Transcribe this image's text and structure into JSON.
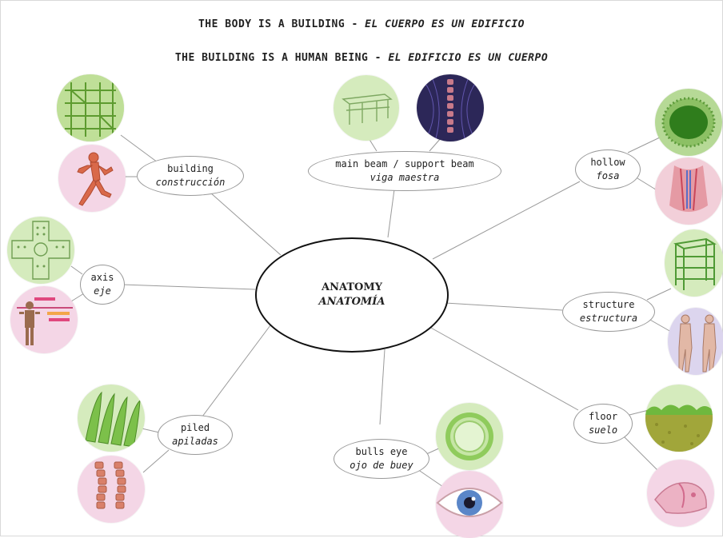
{
  "title_line_1": {
    "en": "THE BODY IS A BUILDING",
    "sep": " - ",
    "es": "EL CUERPO ES UN EDIFICIO"
  },
  "title_line_2": {
    "en": "THE BUILDING IS A HUMAN BEING",
    "sep": " - ",
    "es": "EL EDIFICIO ES UN CUERPO"
  },
  "center": {
    "en": "ANATOMY",
    "es": "ANATOMÍA"
  },
  "concepts": {
    "building": {
      "en": "building",
      "es": "construcción",
      "images": [
        "building-frame-photo",
        "running-figure-muscle-anatomy"
      ]
    },
    "main_beam": {
      "en": "main beam / support beam",
      "es": "viga maestra",
      "images": [
        "beam-structure-drawing",
        "spine-x-ray"
      ]
    },
    "hollow": {
      "en": "hollow",
      "es": "fosa",
      "images": [
        "hollow-pit-photo",
        "neck-anatomy"
      ]
    },
    "axis": {
      "en": "axis",
      "es": "eje",
      "images": [
        "cross-floor-plan",
        "body-axis-diagram"
      ]
    },
    "structure": {
      "en": "structure",
      "es": "estructura",
      "images": [
        "building-frame-render",
        "back-muscles-anatomy"
      ]
    },
    "piled": {
      "en": "piled",
      "es": "apiladas",
      "images": [
        "stacked-leaves-photo",
        "vertebral-column"
      ]
    },
    "bulls_eye": {
      "en": "bulls eye",
      "es": "ojo de buey",
      "images": [
        "round-window-ring",
        "human-eye-closeup"
      ]
    },
    "floor": {
      "en": "floor",
      "es": "suelo",
      "images": [
        "grass-ground-photo",
        "pelvic-floor-anatomy"
      ]
    }
  },
  "colors": {
    "green_bg": "#d5ebbd",
    "pink_bg": "#f4d6e6",
    "lavender_bg": "#dcd5ee",
    "line": "#9a9a9a"
  }
}
